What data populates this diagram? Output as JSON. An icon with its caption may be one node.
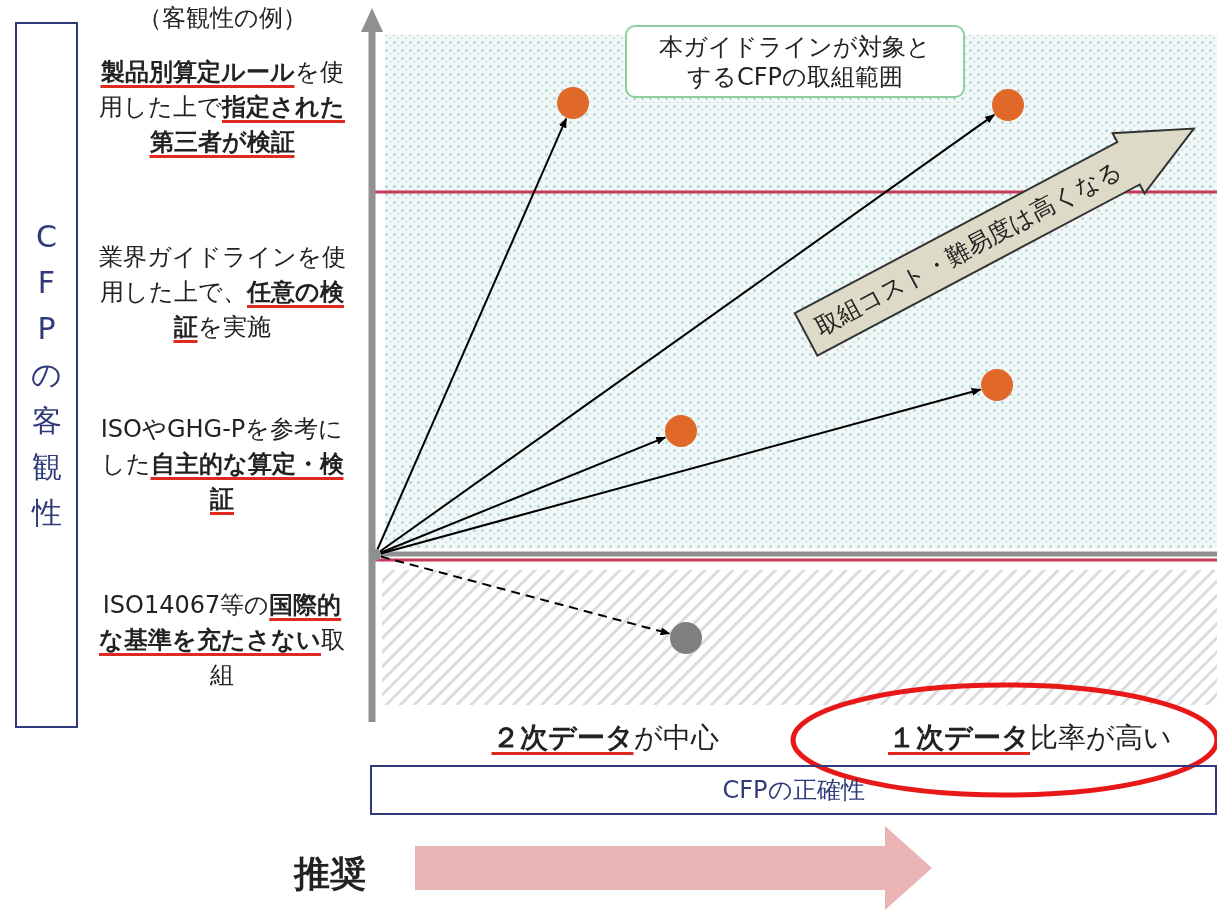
{
  "diagram": {
    "nodes": [
      {
        "text": [
          "CFPの客観性"
        ]
      },
      {
        "text": [
          "本ガイドラインが対象とするCFPの取組範囲"
        ]
      },
      {
        "text": [
          "取組コスト・難易度は高くなる"
        ]
      },
      {
        "text": [
          "CFPの正確性"
        ]
      },
      {
        "text": [],
        "shape": "circle"
      },
      {
        "text": [],
        "shape": "circle"
      },
      {
        "text": [],
        "shape": "circle"
      },
      {
        "text": [],
        "shape": "circle"
      },
      {
        "text": [],
        "shape": "circle"
      },
      {
        "text": [],
        "shape": "circle"
      }
    ],
    "edges": [
      {
        "from": 4,
        "to": 5,
        "arrow": "to"
      },
      {
        "from": 4,
        "to": 6,
        "arrow": "to"
      },
      {
        "from": 4,
        "to": 7,
        "arrow": "to"
      },
      {
        "from": 4,
        "to": 8,
        "arrow": "to"
      },
      {
        "from": 4,
        "to": 9,
        "arrow": "to",
        "style": "dashed"
      }
    ],
    "labels": [
      "（客観性の例）",
      "**製品別算定ルール**を使用した上で**指定された第三者が検証**",
      "業界ガイドラインを使用した上で、**任意の検証**を実施",
      "ISOやGHG-Pを参考にした**自主的な算定・検証**",
      "ISO14067等の**国際的な基準を充たさない**取組",
      "**２次データ**が中心",
      "**１次データ**比率が高い",
      "推奨"
    ]
  }
}
